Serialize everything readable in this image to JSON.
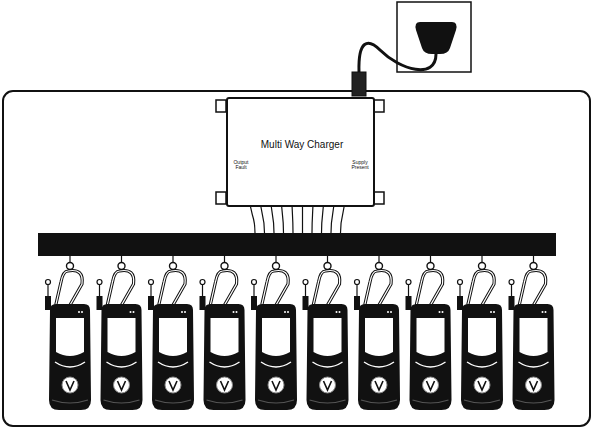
{
  "diagram": {
    "nodes": [
      {
        "text": [
          "Multi Way Charger",
          "Output Fault",
          "Supply Present"
        ]
      }
    ]
  }
}
